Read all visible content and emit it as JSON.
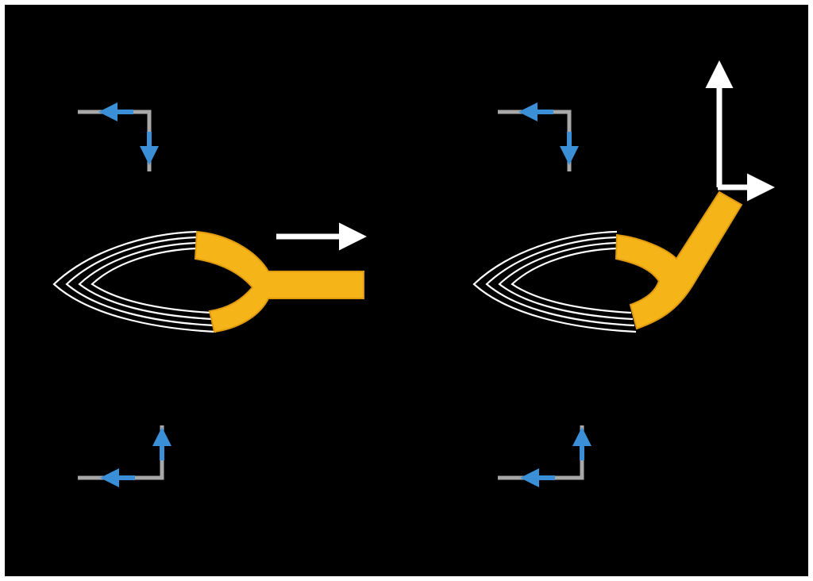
{
  "colors": {
    "background": "#000000",
    "border": "#ffffff",
    "gripper": "#f5b519",
    "gripper_edge": "#e09a10",
    "wire": "#ffffff",
    "corner_line": "#a8a8a8",
    "corner_arrow": "#3a8fd6",
    "motion_arrow": "#ffffff"
  },
  "icons": {
    "wire_bundle": "curved-wire-bundle-icon",
    "gripper": "y-shaped-gripper-icon",
    "corner_marker": "corner-bracket-with-blue-arrows-icon",
    "motion_arrow": "white-motion-arrow-icon"
  },
  "panels": [
    {
      "state": "straight",
      "motion_arrows": [
        "right"
      ],
      "corner_markers": [
        "top-left",
        "bottom-left"
      ]
    },
    {
      "state": "bent-upward",
      "motion_arrows": [
        "up",
        "right"
      ],
      "corner_markers": [
        "top-left",
        "bottom-left"
      ]
    }
  ]
}
